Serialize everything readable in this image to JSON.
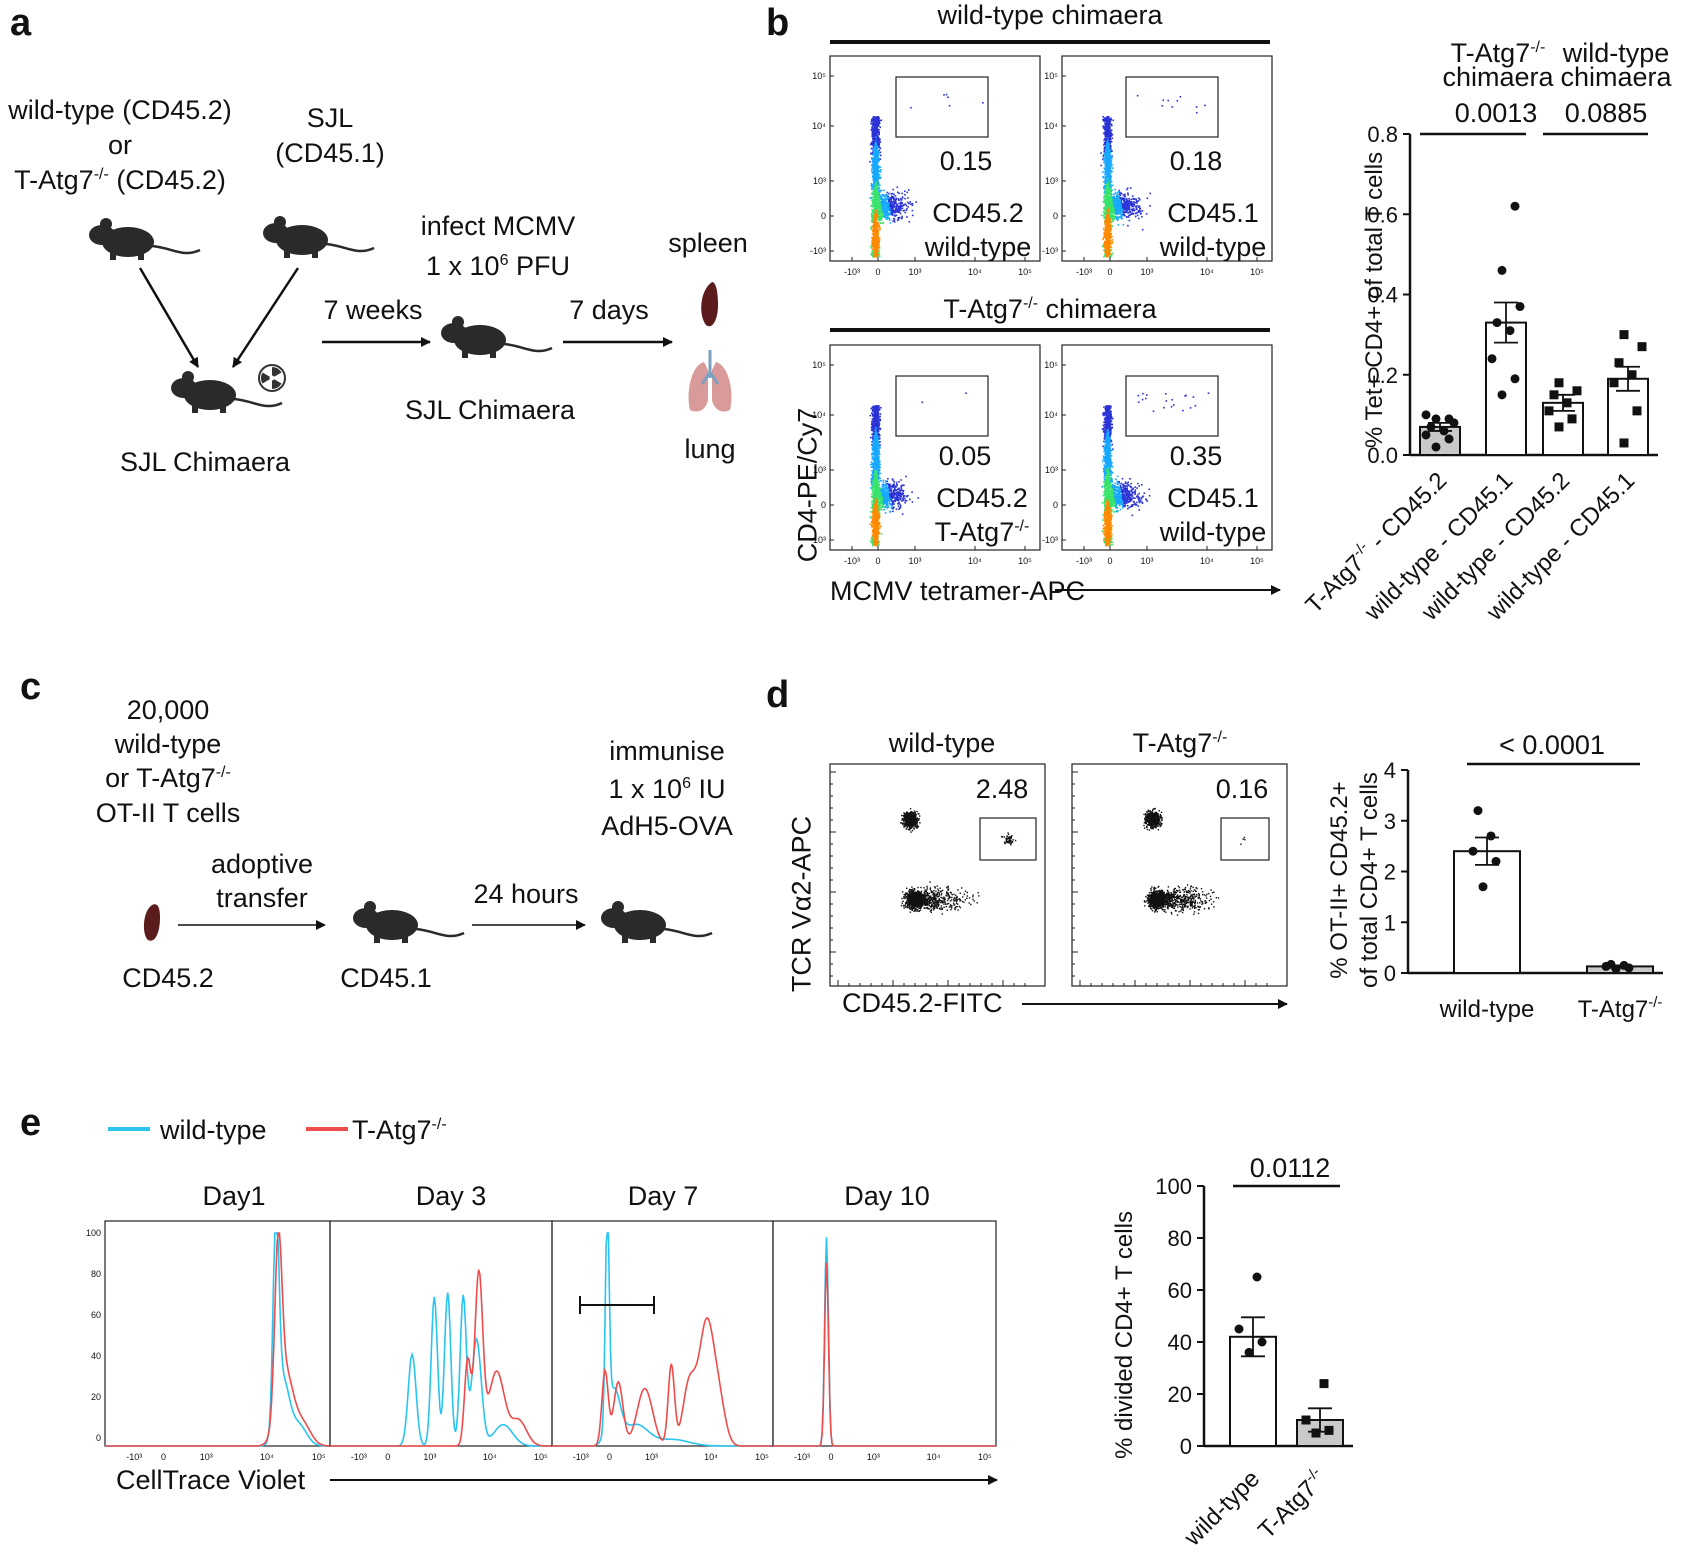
{
  "figure": {
    "panels": [
      "a",
      "b",
      "c",
      "d",
      "e"
    ]
  },
  "panel_a": {
    "donor_wt": "wild-type (CD45.2)",
    "donor_or": "or",
    "donor_ko_prefix": "T-Atg7",
    "donor_ko_sup": "-/-",
    "donor_ko_suffix": " (CD45.2)",
    "host_line1": "SJL",
    "host_line2": "(CD45.1)",
    "chimaera_label": "SJL Chimaera",
    "step1": "7 weeks",
    "infect_line1": "infect MCMV",
    "infect_line2_a": "1 x 10",
    "infect_line2_sup": "6",
    "infect_line2_b": " PFU",
    "step2": "7 days",
    "chimaera_label2": "SJL Chimaera",
    "organ1": "spleen",
    "organ2": "lung"
  },
  "panel_b": {
    "top_title": "wild-type chimaera",
    "bottom_title_prefix": "T-Atg7",
    "bottom_title_sup": "-/-",
    "bottom_title_suffix": " chimaera",
    "y_axis_label": "CD4-PE/Cy7",
    "x_axis_label": "MCMV tetramer-APC",
    "plots": [
      {
        "value": "0.15",
        "line1": "CD45.2",
        "line2": "wild-type"
      },
      {
        "value": "0.18",
        "line1": "CD45.1",
        "line2": "wild-type"
      },
      {
        "value": "0.05",
        "line1": "CD45.2",
        "line2_prefix": "T-Atg7",
        "line2_sup": "-/-"
      },
      {
        "value": "0.35",
        "line1": "CD45.1",
        "line2": "wild-type"
      }
    ],
    "facs_y_ticks": [
      "10⁵",
      "10⁴",
      "10³",
      "0",
      "-10³"
    ],
    "facs_x_ticks": [
      "-10³",
      "0",
      "10³",
      "10⁴",
      "10⁵"
    ]
  },
  "panel_c": {
    "cells_line1": "20,000",
    "cells_line2": "wild-type",
    "cells_line3_a": "or T-Atg7",
    "cells_line3_sup": "-/-",
    "cells_line4": "OT-II T cells",
    "transfer_line1": "adoptive",
    "transfer_line2": "transfer",
    "step": "24 hours",
    "immunise_line1": "immunise",
    "immunise_line2": "1 x 10",
    "immunise_line2_sup": "6",
    "immunise_line2_b": " IU",
    "immunise_line3": "AdH5-OVA",
    "donor": "CD45.2",
    "recipient": "CD45.1"
  },
  "panel_d": {
    "plot1_title": "wild-type",
    "plot2_title_prefix": "T-Atg7",
    "plot2_title_sup": "-/-",
    "plot1_value": "2.48",
    "plot2_value": "0.16",
    "y_axis_label": "TCR Vα2-APC",
    "x_axis_label": "CD45.2-FITC"
  },
  "panel_e": {
    "legend_wt": "wild-type",
    "legend_ko_prefix": "T-Atg7",
    "legend_ko_sup": "-/-",
    "colors": {
      "wild-type": "#29c4f0",
      "T-Atg7-/-": "#ef4b4b"
    },
    "days": [
      "Day1",
      "Day 3",
      "Day 7",
      "Day 10"
    ],
    "x_axis_label": "CellTrace Violet",
    "hist_y_ticks": [
      "100",
      "80",
      "60",
      "40",
      "20",
      "0"
    ],
    "hist_x_ticks": [
      "-10³",
      "0",
      "10³",
      "10⁴",
      "10⁵"
    ]
  },
  "chart_data": [
    {
      "panel": "b",
      "type": "bar",
      "ylabel": "% Tet+ CD4+ of total T cells",
      "ylim": [
        0,
        0.8
      ],
      "yticks": [
        "0.0",
        "0.2",
        "0.4",
        "0.6",
        "0.8"
      ],
      "group_labels": [
        {
          "line1_prefix": "T-Atg7",
          "line1_sup": "-/-",
          "line2": "chimaera"
        },
        {
          "line1": "wild-type",
          "line2": "chimaera"
        }
      ],
      "comparisons": [
        {
          "between": [
            0,
            1
          ],
          "p": "0.0013"
        },
        {
          "between": [
            2,
            3
          ],
          "p": "0.0885"
        }
      ],
      "categories": [
        "T-Atg7-/- - CD45.2",
        "wild-type - CD45.1",
        "wild-type - CD45.2",
        "wild-type - CD45.1"
      ],
      "category_labels": [
        {
          "prefix": "T-Atg7",
          "sup": "-/-",
          "suffix": " - CD45.2"
        },
        {
          "prefix": "wild-type - CD45.1"
        },
        {
          "prefix": "wild-type - CD45.2"
        },
        {
          "prefix": "wild-type - CD45.1"
        }
      ],
      "values": [
        0.07,
        0.33,
        0.13,
        0.19
      ],
      "sem": [
        0.01,
        0.05,
        0.02,
        0.03
      ],
      "fills": [
        "#c9c9c9",
        "#ffffff",
        "#ffffff",
        "#ffffff"
      ],
      "markers": [
        "circle",
        "circle",
        "square",
        "square"
      ],
      "points": [
        [
          0.02,
          0.04,
          0.05,
          0.06,
          0.07,
          0.08,
          0.09,
          0.09,
          0.1
        ],
        [
          0.15,
          0.19,
          0.24,
          0.31,
          0.33,
          0.37,
          0.46,
          0.62
        ],
        [
          0.07,
          0.09,
          0.11,
          0.13,
          0.15,
          0.16,
          0.18
        ],
        [
          0.03,
          0.11,
          0.18,
          0.2,
          0.23,
          0.27,
          0.3
        ]
      ]
    },
    {
      "panel": "d",
      "type": "bar",
      "ylabel_line1": "% OT-II+ CD45.2+",
      "ylabel_line2": "of total CD4+ T cells",
      "ylim": [
        0,
        4
      ],
      "yticks": [
        "0",
        "1",
        "2",
        "3",
        "4"
      ],
      "categories": [
        "wild-type",
        "T-Atg7-/-"
      ],
      "category_labels": [
        {
          "prefix": "wild-type"
        },
        {
          "prefix": "T-Atg7",
          "sup": "-/-"
        }
      ],
      "values": [
        2.4,
        0.13
      ],
      "sem": [
        0.27,
        0.02
      ],
      "fills": [
        "#ffffff",
        "#c9c9c9"
      ],
      "markers": [
        "circle",
        "circle"
      ],
      "points": [
        [
          1.7,
          2.2,
          2.4,
          2.7,
          3.2
        ],
        [
          0.08,
          0.1,
          0.13,
          0.15,
          0.17
        ]
      ],
      "comparisons": [
        {
          "between": [
            0,
            1
          ],
          "p": "< 0.0001"
        }
      ]
    },
    {
      "panel": "e",
      "type": "bar",
      "ylabel": "% divided CD4+ T cells",
      "ylim": [
        0,
        100
      ],
      "yticks": [
        "0",
        "20",
        "40",
        "60",
        "80",
        "100"
      ],
      "categories": [
        "wild-type",
        "T-Atg7-/-"
      ],
      "category_labels": [
        {
          "prefix": "wild-type"
        },
        {
          "prefix": "T-Atg7",
          "sup": "-/-"
        }
      ],
      "values": [
        42,
        10
      ],
      "sem": [
        7.5,
        4.5
      ],
      "fills": [
        "#ffffff",
        "#c9c9c9"
      ],
      "markers": [
        "circle",
        "square"
      ],
      "points": [
        [
          36,
          40,
          45,
          65
        ],
        [
          5,
          6,
          10,
          24
        ]
      ],
      "comparisons": [
        {
          "between": [
            0,
            1
          ],
          "p": "0.0112"
        }
      ]
    }
  ]
}
